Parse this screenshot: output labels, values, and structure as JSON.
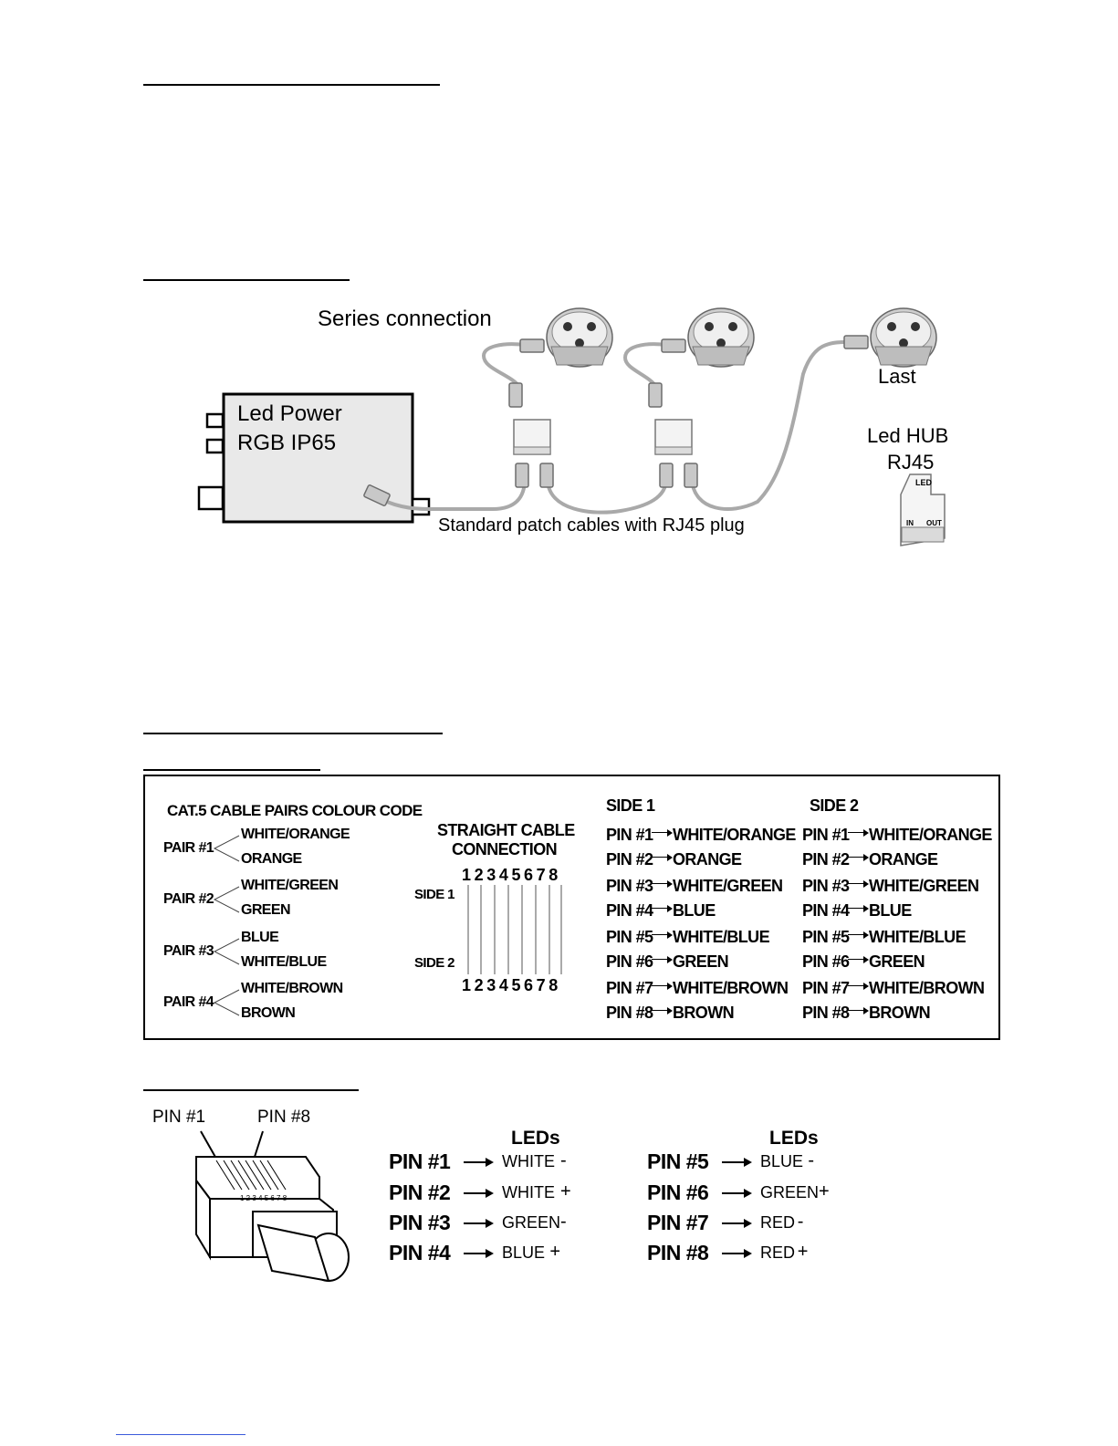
{
  "wiring_diagram": {
    "title": "Series connection",
    "power_box": {
      "line1": "Led Power",
      "line2": "RGB IP65"
    },
    "last_label": "Last",
    "hub": {
      "line1": "Led HUB",
      "line2": "RJ45",
      "label_led": "LED",
      "label_in": "IN",
      "label_out": "OUT"
    },
    "cable_caption": "Standard patch cables with RJ45 plug"
  },
  "cable_table": {
    "colour_code_title": "CAT.5 CABLE PAIRS COLOUR CODE",
    "pairs": [
      {
        "label": "PAIR #1",
        "wires": [
          "WHITE/ORANGE",
          "ORANGE"
        ]
      },
      {
        "label": "PAIR #2",
        "wires": [
          "WHITE/GREEN",
          "GREEN"
        ]
      },
      {
        "label": "PAIR #3",
        "wires": [
          "BLUE",
          "WHITE/BLUE"
        ]
      },
      {
        "label": "PAIR #4",
        "wires": [
          "WHITE/BROWN",
          "BROWN"
        ]
      }
    ],
    "straight_title_1": "STRAIGHT CABLE",
    "straight_title_2": "CONNECTION",
    "side1_label": "SIDE 1",
    "side2_label": "SIDE 2",
    "pin_numbers": "12345678",
    "side1_header": "SIDE 1",
    "side2_header": "SIDE 2",
    "side1_pins": [
      {
        "pin": "PIN #1",
        "colour": "WHITE/ORANGE"
      },
      {
        "pin": "PIN #2",
        "colour": "ORANGE"
      },
      {
        "pin": "PIN #3",
        "colour": "WHITE/GREEN"
      },
      {
        "pin": "PIN #4",
        "colour": "BLUE"
      },
      {
        "pin": "PIN #5",
        "colour": "WHITE/BLUE"
      },
      {
        "pin": "PIN #6",
        "colour": "GREEN"
      },
      {
        "pin": "PIN #7",
        "colour": "WHITE/BROWN"
      },
      {
        "pin": "PIN #8",
        "colour": "BROWN"
      }
    ],
    "side2_pins": [
      {
        "pin": "PIN #1",
        "colour": "WHITE/ORANGE"
      },
      {
        "pin": "PIN #2",
        "colour": "ORANGE"
      },
      {
        "pin": "PIN #3",
        "colour": "WHITE/GREEN"
      },
      {
        "pin": "PIN #4",
        "colour": "BLUE"
      },
      {
        "pin": "PIN #5",
        "colour": "WHITE/BLUE"
      },
      {
        "pin": "PIN #6",
        "colour": "GREEN"
      },
      {
        "pin": "PIN #7",
        "colour": "WHITE/BROWN"
      },
      {
        "pin": "PIN #8",
        "colour": "BROWN"
      }
    ]
  },
  "led_pinout": {
    "plug_pin_first": "PIN #1",
    "plug_pin_last": "PIN #8",
    "plug_numbers": "1 2 3 4 5 6 7 8",
    "col1_header": "LEDs",
    "col2_header": "LEDs",
    "col1": [
      {
        "pin": "PIN #1",
        "led": "WHITE",
        "sign": "-"
      },
      {
        "pin": "PIN #2",
        "led": "WHITE",
        "sign": "+"
      },
      {
        "pin": "PIN #3",
        "led": "GREEN",
        "sign": "-"
      },
      {
        "pin": "PIN #4",
        "led": "BLUE",
        "sign": "+"
      }
    ],
    "col2": [
      {
        "pin": "PIN #5",
        "led": "BLUE",
        "sign": "-"
      },
      {
        "pin": "PIN #6",
        "led": "GREEN",
        "sign": "+"
      },
      {
        "pin": "PIN #7",
        "led": "RED",
        "sign": "-"
      },
      {
        "pin": "PIN #8",
        "led": "RED",
        "sign": "+"
      }
    ]
  }
}
